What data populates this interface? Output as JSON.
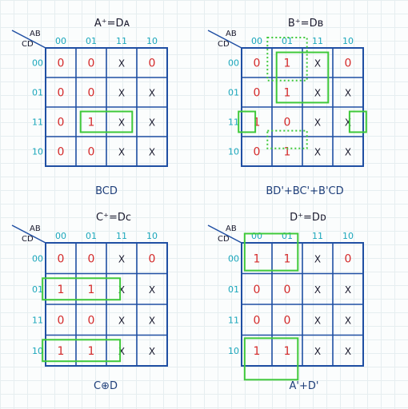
{
  "maps": [
    {
      "title": "A⁺=Dᴀ",
      "col_var": "AB",
      "row_var": "CD",
      "col_labels": [
        "00",
        "01",
        "11",
        "10"
      ],
      "row_labels": [
        "00",
        "01",
        "11",
        "10"
      ],
      "cells": [
        [
          "0",
          "0",
          "X",
          "0"
        ],
        [
          "0",
          "0",
          "X",
          "X"
        ],
        [
          "0",
          "1",
          "X",
          "X"
        ],
        [
          "0",
          "0",
          "X",
          "X"
        ]
      ],
      "expression": "BCD"
    },
    {
      "title": "B⁺=Dʙ",
      "col_var": "AB",
      "row_var": "CD",
      "col_labels": [
        "00",
        "01",
        "11",
        "10"
      ],
      "row_labels": [
        "00",
        "01",
        "11",
        "10"
      ],
      "cells": [
        [
          "0",
          "1",
          "X",
          "0"
        ],
        [
          "0",
          "1",
          "X",
          "X"
        ],
        [
          "1",
          "0",
          "X",
          "X"
        ],
        [
          "0",
          "1",
          "X",
          "X"
        ]
      ],
      "expression": "BD'+BC'+B'CD"
    },
    {
      "title": "C⁺=Dᴄ",
      "col_var": "AB",
      "row_var": "CD",
      "col_labels": [
        "00",
        "01",
        "11",
        "10"
      ],
      "row_labels": [
        "00",
        "01",
        "11",
        "10"
      ],
      "cells": [
        [
          "0",
          "0",
          "X",
          "0"
        ],
        [
          "1",
          "1",
          "X",
          "X"
        ],
        [
          "0",
          "0",
          "X",
          "X"
        ],
        [
          "1",
          "1",
          "X",
          "X"
        ]
      ],
      "expression": "C⊕D"
    },
    {
      "title": "D⁺=Dᴅ",
      "col_var": "AB",
      "row_var": "CD",
      "col_labels": [
        "00",
        "01",
        "11",
        "10"
      ],
      "row_labels": [
        "00",
        "01",
        "11",
        "10"
      ],
      "cells": [
        [
          "1",
          "1",
          "X",
          "0"
        ],
        [
          "0",
          "0",
          "X",
          "X"
        ],
        [
          "0",
          "0",
          "X",
          "X"
        ],
        [
          "1",
          "1",
          "X",
          "X"
        ]
      ],
      "expression": "A'+D'"
    }
  ],
  "colors": {
    "grid": "#1f4fa3",
    "label": "#1aa6bb",
    "zero_one": "#d42a2a",
    "dont_care": "#1a1a2e",
    "group": "#3fc93a"
  }
}
